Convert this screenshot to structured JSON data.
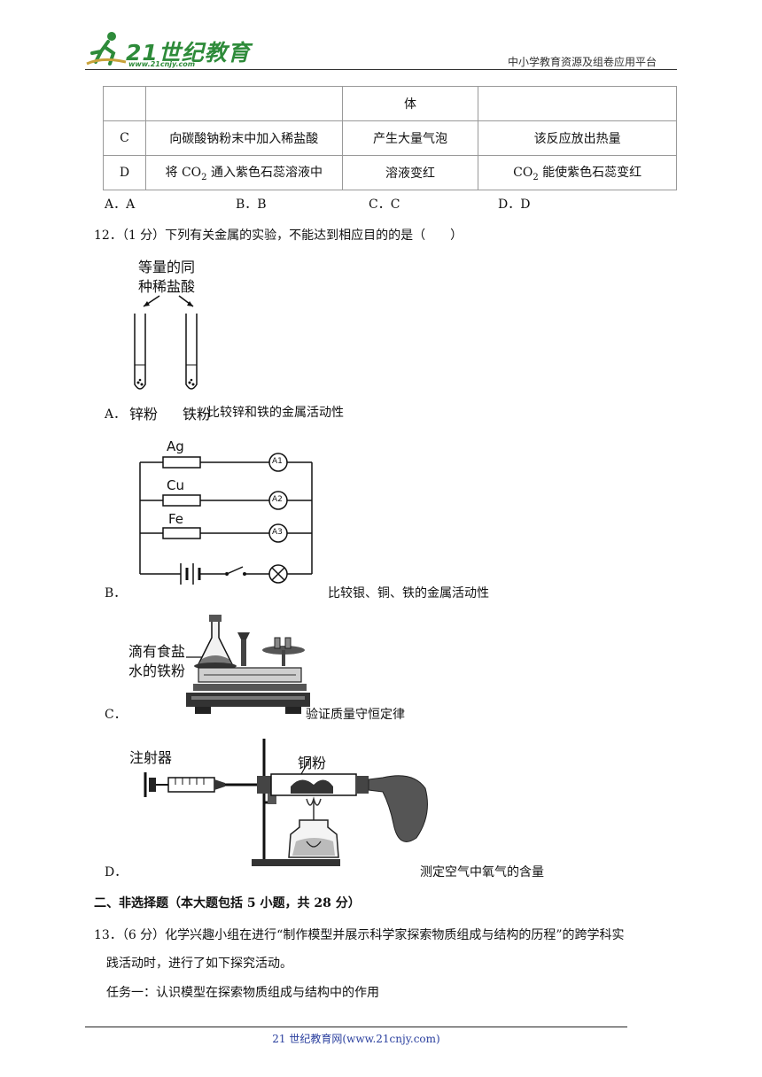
{
  "header": {
    "logo_text": "21世纪教育",
    "logo_url": "www.21cnjy.com",
    "right_text": "中小学教育资源及组卷应用平台"
  },
  "table": {
    "rows": [
      {
        "label": "",
        "operation": "",
        "phenomenon": "体",
        "conclusion": ""
      },
      {
        "label": "C",
        "operation": "向碳酸钠粉末中加入稀盐酸",
        "phenomenon": "产生大量气泡",
        "conclusion": "该反应放出热量"
      },
      {
        "label": "D",
        "operation_a": "将 CO",
        "operation_sub": "2",
        "operation_b": " 通入紫色石蕊溶液中",
        "phenomenon": "溶液变红",
        "conclusion_a": "CO",
        "conclusion_sub": "2",
        "conclusion_b": " 能使紫色石蕊变红"
      }
    ]
  },
  "q11_options": [
    "A．A",
    "B．B",
    "C．C",
    "D．D"
  ],
  "q12": {
    "stem": "12．（1 分）下列有关金属的实验，不能达到相应目的的是（　　）",
    "a": {
      "letter": "A．",
      "fig_label_1": "等量的同",
      "fig_label_2": "种稀盐酸",
      "tube_left": "锌粉",
      "tube_right": "铁粉",
      "text": "比较锌和铁的金属活动性"
    },
    "b": {
      "letter": "B．",
      "metals": [
        "Ag",
        "Cu",
        "Fe"
      ],
      "ammeters": [
        "A1",
        "A2",
        "A3"
      ],
      "text": "比较银、铜、铁的金属活动性"
    },
    "c": {
      "letter": "C．",
      "fig_label_1": "滴有食盐",
      "fig_label_2": "水的铁粉",
      "text": "验证质量守恒定律"
    },
    "d": {
      "letter": "D．",
      "fig_label_syringe": "注射器",
      "fig_label_copper": "铜粉",
      "text": "测定空气中氧气的含量"
    }
  },
  "section2": {
    "title": "二、非选择题（本大题包括 5 小题，共 28 分）"
  },
  "q13": {
    "line1": "13．（6 分）化学兴趣小组在进行“制作模型并展示科学家探索物质组成与结构的历程”的跨学科实",
    "line2": "践活动时，进行了如下探究活动。",
    "task1": "任务一：认识模型在探索物质组成与结构中的作用"
  },
  "footer": {
    "text": "21 世纪教育网(www.21cnjy.com)"
  },
  "colors": {
    "logo_green": "#2e8b3a",
    "footer_blue": "#2a3f9e"
  }
}
